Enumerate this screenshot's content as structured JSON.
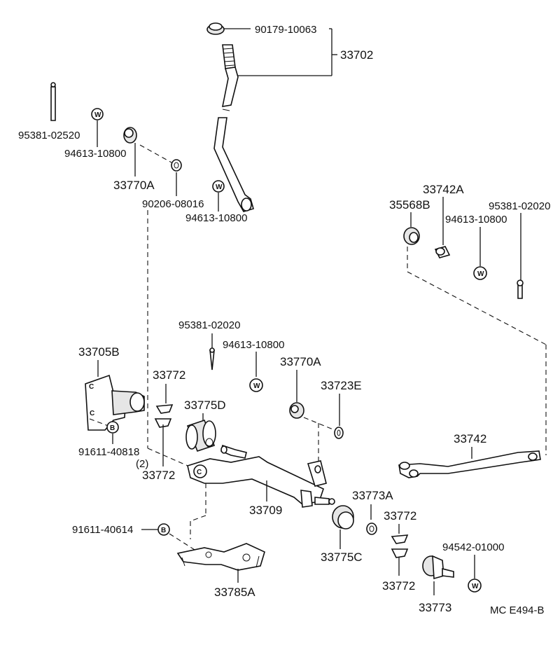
{
  "diagram": {
    "labels": {
      "p90179": "90179-10063",
      "p33702": "33702",
      "p95381_a": "95381-02520",
      "p94613_a": "94613-10800",
      "p33770A_a": "33770A",
      "p90206": "90206-08016",
      "p94613_b": "94613-10800",
      "p33742A": "33742A",
      "p35568B": "35568B",
      "p95381_b": "95381-02020",
      "p94613_c": "94613-10800",
      "p95381_c": "95381-02020",
      "p94613_d": "94613-10800",
      "p33770A_b": "33770A",
      "p33705B": "33705B",
      "p33772_a": "33772",
      "p33775D": "33775D",
      "p33723E": "33723E",
      "p91611_40818": "91611-40818",
      "qty2": "(2)",
      "p33772_b": "33772",
      "p33742": "33742",
      "p33709": "33709",
      "p33773A": "33773A",
      "p91611_40614": "91611-40614",
      "p33772_c": "33772",
      "p33775C": "33775C",
      "p94542": "94542-01000",
      "p33772_d": "33772",
      "p33785A": "33785A",
      "p33773": "33773",
      "catalog_code": "MC  E494-B"
    },
    "symbols": {
      "washer_w": "W",
      "bolt_b": "B",
      "clip_c": "C"
    }
  }
}
